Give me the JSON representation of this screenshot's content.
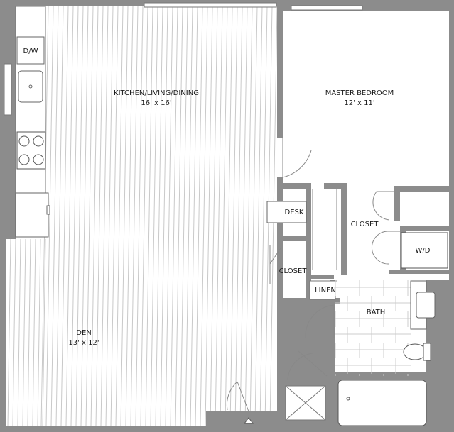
{
  "rooms": {
    "kitchen": {
      "name": "KITCHEN/LIVING/DINING",
      "dims": "16' x 16'"
    },
    "bedroom": {
      "name": "MASTER BEDROOM",
      "dims": "12' x 11'"
    },
    "den": {
      "name": "DEN",
      "dims": "13' x 12'"
    },
    "desk": {
      "name": "DESK"
    },
    "closet_main": {
      "name": "CLOSET"
    },
    "closet_small": {
      "name": "CLOSET"
    },
    "linen": {
      "name": "LINEN"
    },
    "bath": {
      "name": "BATH"
    },
    "wd": {
      "name": "W/D"
    }
  },
  "appliances": {
    "dishwasher": "D/W"
  },
  "colors": {
    "wall": "#8c8c8c",
    "floor_line": "#c9c9c9",
    "fixture": "#555555"
  }
}
